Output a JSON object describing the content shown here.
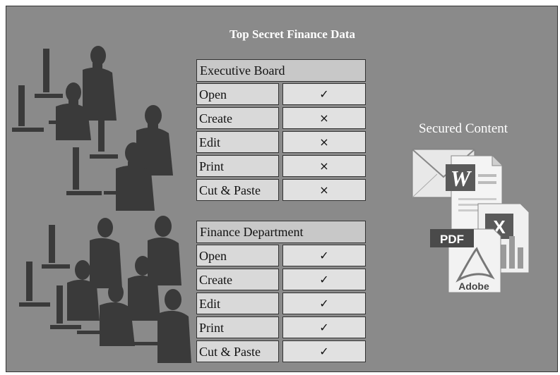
{
  "title": "Top Secret Finance Data",
  "secured_label": "Secured Content",
  "tables": [
    {
      "header": "Executive Board",
      "rows": [
        {
          "action": "Open",
          "mark": "✓"
        },
        {
          "action": "Create",
          "mark": "×"
        },
        {
          "action": "Edit",
          "mark": "×"
        },
        {
          "action": "Print",
          "mark": "×"
        },
        {
          "action": "Cut & Paste",
          "mark": "×"
        }
      ]
    },
    {
      "header": "Finance Department",
      "rows": [
        {
          "action": "Open",
          "mark": "✓"
        },
        {
          "action": "Create",
          "mark": "✓"
        },
        {
          "action": "Edit",
          "mark": "✓"
        },
        {
          "action": "Print",
          "mark": "✓"
        },
        {
          "action": "Cut & Paste",
          "mark": "✓"
        }
      ]
    }
  ],
  "icons": {
    "pdf_label": "PDF",
    "adobe_label": "Adobe",
    "word_letter": "W",
    "excel_letter": "X"
  },
  "colors": {
    "background": "#8a8a8a",
    "silhouette": "#3a3a3a"
  }
}
